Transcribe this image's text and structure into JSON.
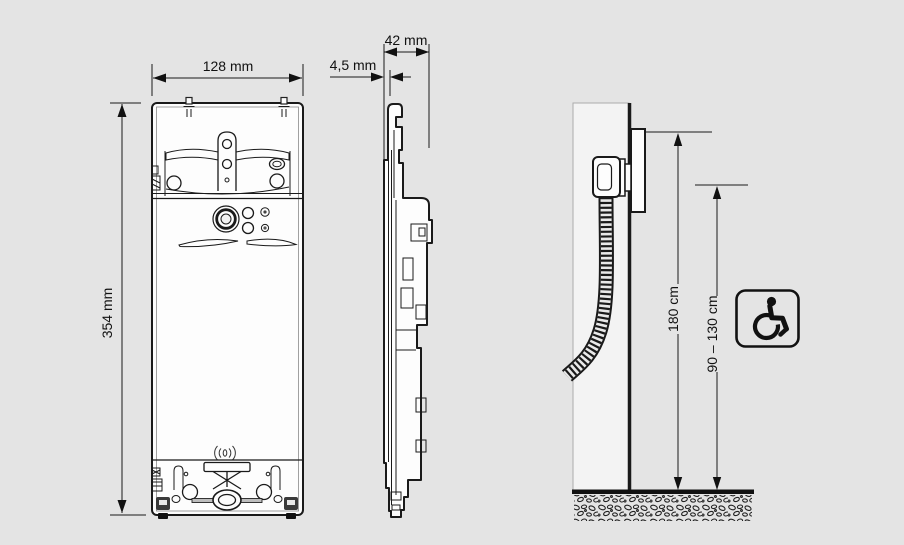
{
  "colors": {
    "background": "#e4e4e4",
    "line": "#1a1a1a",
    "device_fill": "#fdfdfd",
    "wall_fill": "#f3f3f3",
    "ground": "#111111"
  },
  "views": {
    "front": {
      "width_label": "128 mm",
      "height_label": "354 mm"
    },
    "side": {
      "depth_label": "42 mm",
      "frame_thickness_label": "4,5 mm"
    },
    "installation": {
      "overall_height_label": "180 cm",
      "operating_height_label": "90 – 130 cm"
    }
  },
  "icons": {
    "contactless_reader": "contactless-reader-icon",
    "wheelchair_accessibility": "wheelchair-accessibility-icon"
  }
}
